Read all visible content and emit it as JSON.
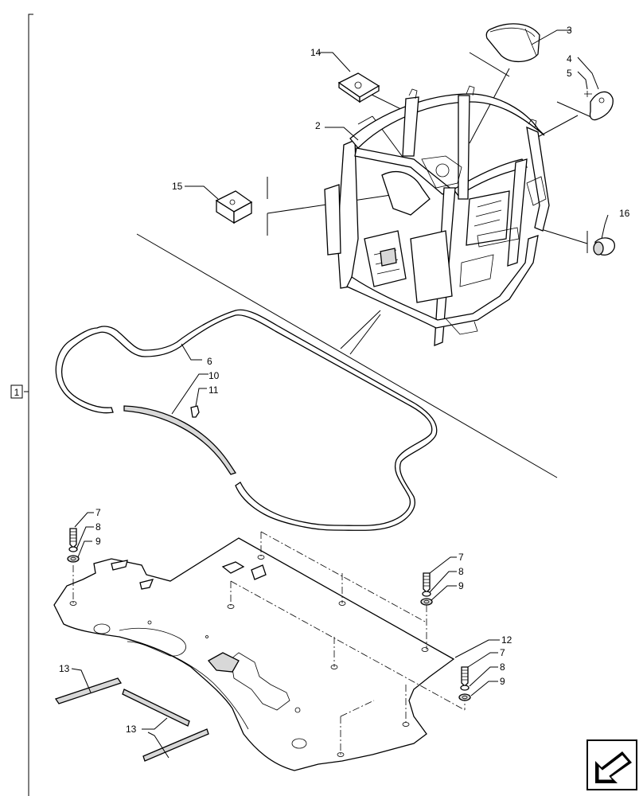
{
  "assembly_ref": "1",
  "callouts": {
    "c2": "2",
    "c3": "3",
    "c4": "4",
    "c5": "5",
    "c6": "6",
    "c7a": "7",
    "c8a": "8",
    "c9a": "9",
    "c7b": "7",
    "c8b": "8",
    "c9b": "9",
    "c7c": "7",
    "c8c": "8",
    "c9c": "9",
    "c10": "10",
    "c11": "11",
    "c12": "12",
    "c13a": "13",
    "c13b": "13",
    "c14": "14",
    "c15": "15",
    "c16": "16"
  },
  "icons": {
    "nav": "arrow-navigation-icon"
  }
}
